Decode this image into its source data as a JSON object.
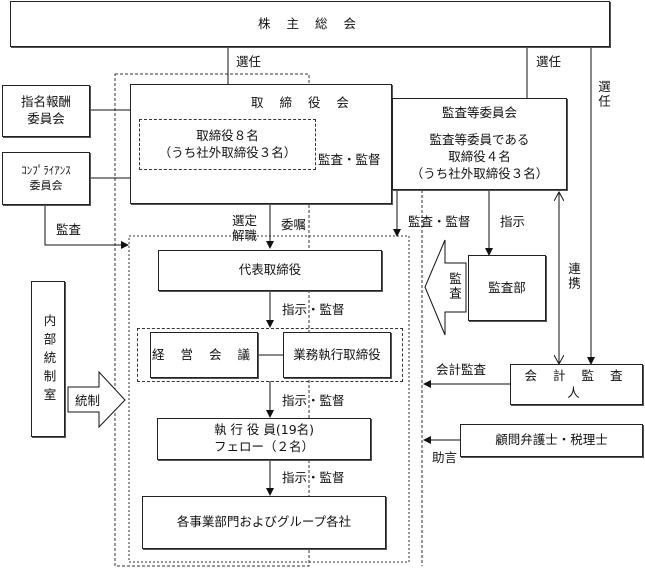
{
  "nodes": {
    "shareholders_meeting": "株 主 総 会",
    "board_of_directors": "取 締 役 会",
    "directors": "取締役８名\n（うち社外取締役３名）",
    "audit_committee_title": "監査等委員会",
    "audit_committee_members": "監査等委員である\n取締役４名\n（うち社外取締役３名）",
    "nomination_compensation_committee": "指名報酬\n委員会",
    "compliance_committee": "ｺﾝﾌﾟﾗｲｱﾝｽ\n委員会",
    "representative_director": "代表取締役",
    "management_meeting": "経 営 会 議",
    "executive_directors": "業務執行取締役",
    "executive_officers": "執 行 役 員(19名)\nフェロー（２名）",
    "business_divisions": "各事業部門およびグループ各社",
    "internal_control_office": "内部統制室",
    "audit_department": "監査部",
    "accounting_auditor": "会 計 監 査 人",
    "advisors": "顧問弁護士・税理士"
  },
  "labels": {
    "elect_board": "選任",
    "elect_audit": "選任",
    "elect_auditor": "選任",
    "audit_supervise_board": "監査・監督",
    "audit_supervise_exec": "監査・監督",
    "instruct_audit_dept": "指示",
    "appoint_dismiss": "選定\n解職",
    "entrust": "委嘱",
    "compliance_audit": "監査",
    "instruct_supervise_1": "指示・監督",
    "instruct_supervise_2": "指示・監督",
    "instruct_supervise_3": "指示・監督",
    "internal_control": "統制",
    "audit_dept_audit": "監査",
    "cooperation": "連携",
    "accounting_audit": "会計監査",
    "advice": "助言"
  }
}
